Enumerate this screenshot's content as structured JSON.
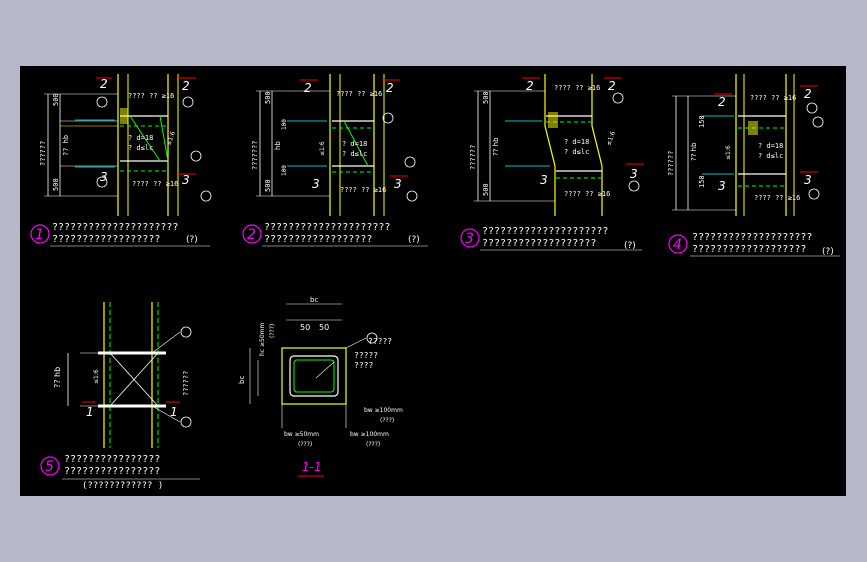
{
  "colors": {
    "background": "#b4b8c8",
    "canvas": "#000000",
    "yellow": "#ffff00",
    "cyan": "#00ffff",
    "green": "#00ff00",
    "white": "#ffffff",
    "red": "#ff0000",
    "magenta": "#ff00ff"
  },
  "details": [
    {
      "num": "1",
      "title1": "?????????????????????",
      "title2": "??????????????????",
      "note": "(?)",
      "dim_top": "500",
      "dim_bottom": "500",
      "side_label": "??????",
      "hb_label": "?? hb",
      "sec_top": "2",
      "sec_bottom": "3",
      "bars_top": "???? ?? ≥16",
      "tie": "? d=18",
      "tie2": "? d≤lc",
      "bars_bottom": "???? ?? ≥16",
      "slope": "≤1:6"
    },
    {
      "num": "2",
      "title1": "?????????????????????",
      "title2": "??????????????????",
      "note": "(?)",
      "dim_top": "500",
      "dim_bottom": "500",
      "dim_mid1": "100",
      "dim_mid2": "100",
      "side_label": "???????",
      "hb_label": "hb",
      "sec_top": "2",
      "sec_bottom": "3",
      "bars_top": "???? ?? ≥16",
      "tie": "? d=18",
      "tie2": "? d≤lc",
      "bars_bottom": "???? ?? ≥16",
      "slope": "≤1:6"
    },
    {
      "num": "3",
      "title1": "?????????????????????",
      "title2": "???????????????????",
      "note": "(?)",
      "dim_top": "500",
      "dim_bottom": "500",
      "side_label": "??????",
      "hb_label": "?? hb",
      "sec_top": "2",
      "sec_bottom": "3",
      "bars_top": "???? ?? ≥16",
      "tie": "? d=18",
      "tie2": "? d≤lc",
      "bars_bottom": "???? ?? ≥16",
      "slope": "≤1:6"
    },
    {
      "num": "4",
      "title1": "????????????????????",
      "title2": "???????????????????",
      "note": "(?)",
      "dim_top": "150",
      "dim_bottom": "150",
      "side_label": "??????",
      "hb_label": "?? hb",
      "sec_top": "2",
      "sec_bottom": "3",
      "bars_top": "???? ?? ≥16",
      "tie": "? d=18",
      "tie2": "? d≤lc",
      "bars_bottom": "???? ?? ≥16",
      "slope": "≤1:6"
    }
  ],
  "detail5": {
    "num": "5",
    "title1": "????????????????",
    "title2": "????????????????",
    "title3": "(???????????? )",
    "hb_label": "?? hb",
    "right_label": "??????",
    "sec": "1",
    "slope": "≤1:6"
  },
  "section": {
    "title": "1-1",
    "bc": "bc",
    "dim50a": "50",
    "dim50b": "50",
    "hc_label": "hc ≥50mm",
    "hc_note": "(???)",
    "bc_label": "bc",
    "right_top": "?????",
    "mid1": "?????",
    "mid2": "????",
    "bw1": "bw ≥100mm",
    "bw1_note": "(???)",
    "bw2": "bw ≥50mm",
    "bw2_note": "(???)",
    "bw3": "bw ≥100mm",
    "bw3_note": "(???)"
  }
}
